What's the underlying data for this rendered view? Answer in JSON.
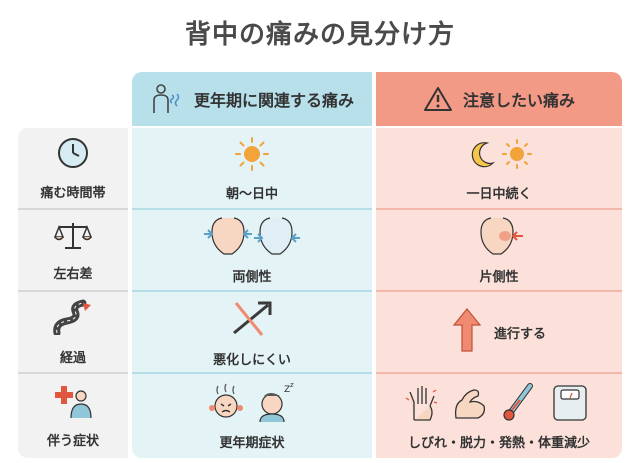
{
  "title": "背中の痛みの見分け方",
  "headers": {
    "perimenopause": "更年期に関連する痛み",
    "caution": "注意したい痛み"
  },
  "rows": [
    {
      "label": "痛む時間帯",
      "perimenopause": "朝〜日中",
      "caution": "一日中続く"
    },
    {
      "label": "左右差",
      "perimenopause": "両側性",
      "caution": "片側性"
    },
    {
      "label": "経過",
      "perimenopause": "悪化しにくい",
      "caution": "進行する"
    },
    {
      "label": "伴う症状",
      "perimenopause": "更年期症状",
      "caution": "しびれ・脱力・発熱・体重減少"
    }
  ],
  "colors": {
    "perimenopause_header": "#b7e0ea",
    "perimenopause_body": "#e3f3f6",
    "caution_header": "#f39a86",
    "caution_body": "#fbe1da",
    "label_column": "#f2f2f2",
    "accent_orange": "#f2a33a"
  },
  "icons": {
    "perimenopause_header": "person-waves-icon",
    "caution_header": "warning-triangle-icon",
    "row_labels": [
      "clock-icon",
      "balance-scale-icon",
      "winding-road-icon",
      "medical-person-icon"
    ],
    "perimenopause": [
      "sun-icon",
      "bilateral-back-pain-icon",
      "crossed-arrow-icon",
      "symptom-faces-icon"
    ],
    "caution": [
      "moon-sun-icon",
      "one-side-back-pain-icon",
      "up-arrow-icon",
      "numbness-weakness-fever-weight-icons"
    ]
  }
}
